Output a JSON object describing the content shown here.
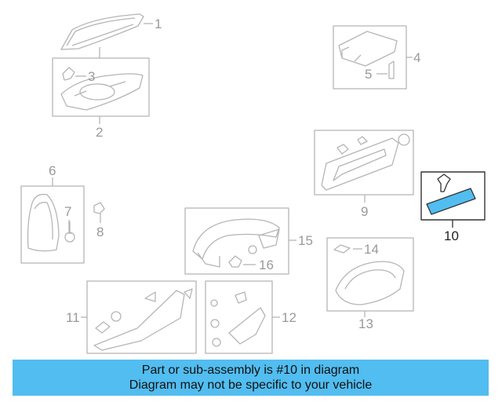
{
  "callouts": [
    {
      "id": "1",
      "label": "1"
    },
    {
      "id": "2",
      "label": "2"
    },
    {
      "id": "3",
      "label": "3"
    },
    {
      "id": "4",
      "label": "4"
    },
    {
      "id": "5",
      "label": "5"
    },
    {
      "id": "6",
      "label": "6"
    },
    {
      "id": "7",
      "label": "7"
    },
    {
      "id": "8",
      "label": "8"
    },
    {
      "id": "9",
      "label": "9"
    },
    {
      "id": "10",
      "label": "10"
    },
    {
      "id": "11",
      "label": "11"
    },
    {
      "id": "12",
      "label": "12"
    },
    {
      "id": "13",
      "label": "13"
    },
    {
      "id": "14",
      "label": "14"
    },
    {
      "id": "15",
      "label": "15"
    },
    {
      "id": "16",
      "label": "16"
    }
  ],
  "highlighted_part": "10",
  "colors": {
    "highlight_fill": "#52bdf0",
    "line": "#b5b5b5",
    "banner": "#52bdf0"
  },
  "banner": {
    "line1": "Part or sub-assembly is #10 in diagram",
    "line2": "Diagram may not be specific to your vehicle"
  }
}
